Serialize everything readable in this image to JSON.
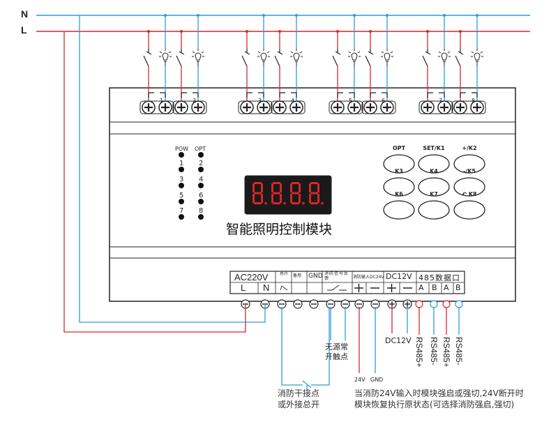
{
  "bus": {
    "neutral": "N",
    "live": "L"
  },
  "channels": [
    "1",
    "2",
    "3",
    "4",
    "5",
    "6",
    "7",
    "8"
  ],
  "indicators": {
    "pow_label": "POW",
    "opt_label": "OPT",
    "left_column": [
      "1",
      "3",
      "5",
      "7"
    ],
    "right_column": [
      "2",
      "4",
      "6",
      "8"
    ]
  },
  "display": {
    "digits": "8.8.8.8."
  },
  "module_title": "智能照明控制模块",
  "keys": [
    "OPT",
    "SET/K1",
    "+/K2",
    "K3",
    "K4",
    "-/K5",
    "K6",
    "K7",
    "K8"
  ],
  "terminal_block": {
    "ac_header": "AC220V",
    "ac_terminals": [
      "L",
      "N"
    ],
    "master_switch_label": "总开",
    "spare_label": "备用",
    "gnd_label": "GND",
    "fire_feedback_label": "消防信号反馈",
    "fire_input_label": "消防输入DC24V",
    "dc_header": "DC12V",
    "rs485_header": "485数据口",
    "rs485_terminals": [
      "A",
      "B",
      "A",
      "B"
    ]
  },
  "annotations": {
    "dry_contact": "无源常开触点",
    "fire_input_24v": "24V",
    "fire_input_gnd": "GND",
    "dc12v": "DC12V",
    "rs485_plus_1": "RS485+",
    "rs485_minus_1": "RS485-",
    "rs485_plus_2": "RS485+",
    "rs485_minus_2": "RS485-",
    "dry_contact_note": "消防干接点或外接总开",
    "fire_note": "当消防24V输入时模块强启或强切,24V断开时模块恢复执行原状态(可选择消防强启,强切)"
  },
  "colors": {
    "live_wire": "#d9252b",
    "neutral_wire": "#2f9bd8",
    "outline": "#222222",
    "display_background": "#1a1a1a",
    "display_segments": "#d9252b"
  }
}
